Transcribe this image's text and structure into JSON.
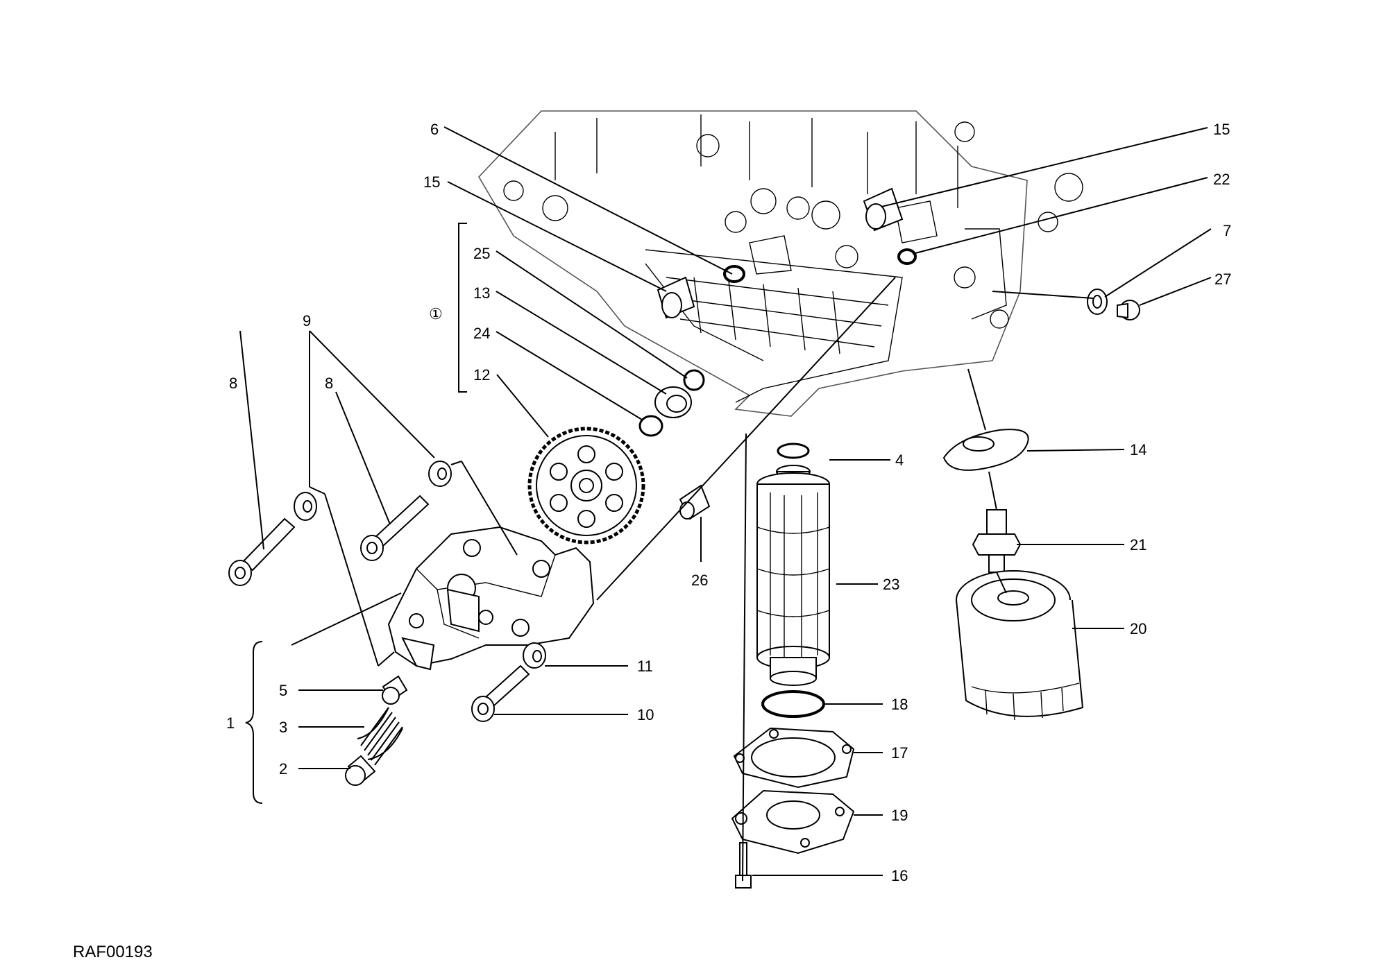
{
  "diagram": {
    "code": "RAF00193",
    "group_label_assembly": "1",
    "group_label_kit": "①",
    "callouts": {
      "c6": "6",
      "c15a": "15",
      "c15b": "15",
      "c22": "22",
      "c7": "7",
      "c27": "27",
      "c25": "25",
      "c13": "13",
      "c24": "24",
      "c12": "12",
      "c9": "9",
      "c8a": "8",
      "c8b": "8",
      "c4": "4",
      "c14": "14",
      "c21": "21",
      "c23": "23",
      "c20": "20",
      "c26": "26",
      "c11": "11",
      "c10": "10",
      "c5": "5",
      "c3": "3",
      "c2": "2",
      "c18": "18",
      "c17": "17",
      "c19": "19",
      "c16": "16"
    }
  }
}
